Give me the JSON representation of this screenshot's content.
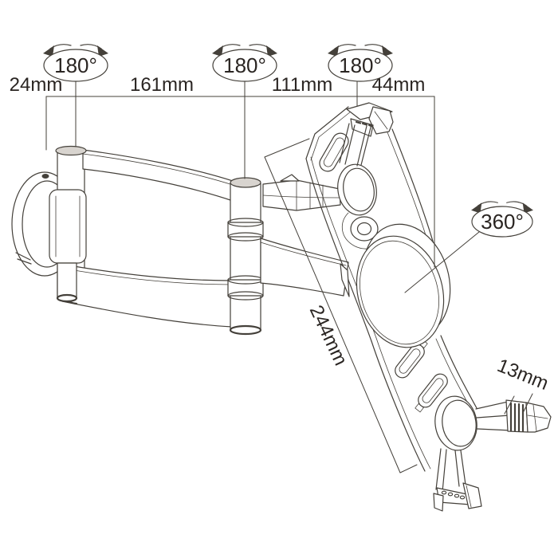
{
  "figure": {
    "kind": "technical-line-drawing",
    "subject": "Articulating wall-mount tablet holder arm with swivel and dimension callouts",
    "background_color": "#ffffff",
    "line_color": "#44403a",
    "text_color": "#2a2522"
  },
  "dimensions": {
    "offset_wall": "24mm",
    "arm1_length": "161mm",
    "arm2_length": "111mm",
    "holder_offset": "44mm",
    "holder_length": "244mm",
    "clamp_depth": "13mm"
  },
  "callouts": {
    "swivel_left": "180°",
    "swivel_mid": "180°",
    "swivel_right": "180°",
    "rotate_full": "360°"
  }
}
